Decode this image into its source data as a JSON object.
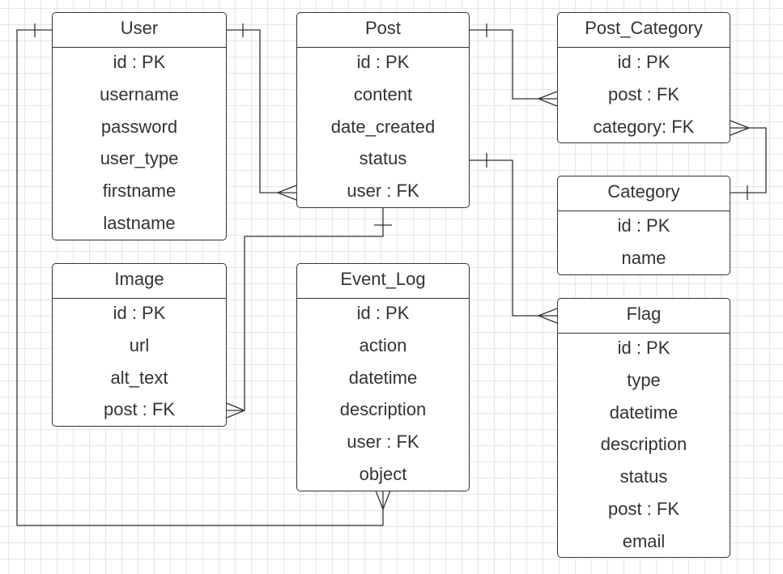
{
  "entities": {
    "user": {
      "title": "User",
      "fields": [
        "id : PK",
        "username",
        "password",
        "user_type",
        "firstname",
        "lastname"
      ]
    },
    "post": {
      "title": "Post",
      "fields": [
        "id : PK",
        "content",
        "date_created",
        "status",
        "user : FK"
      ]
    },
    "post_category": {
      "title": "Post_Category",
      "fields": [
        "id : PK",
        "post : FK",
        "category: FK"
      ]
    },
    "category": {
      "title": "Category",
      "fields": [
        "id : PK",
        "name"
      ]
    },
    "image": {
      "title": "Image",
      "fields": [
        "id : PK",
        "url",
        "alt_text",
        "post : FK"
      ]
    },
    "event_log": {
      "title": "Event_Log",
      "fields": [
        "id : PK",
        "action",
        "datetime",
        "description",
        "user : FK",
        "object"
      ]
    },
    "flag": {
      "title": "Flag",
      "fields": [
        "id : PK",
        "type",
        "datetime",
        "description",
        "status",
        "post : FK",
        "email"
      ]
    }
  },
  "relationships": [
    {
      "from": "User",
      "to": "Post",
      "from_end": "one",
      "to_end": "many"
    },
    {
      "from": "Post",
      "to": "Post_Category",
      "from_end": "one",
      "to_end": "many"
    },
    {
      "from": "Category",
      "to": "Post_Category",
      "from_end": "one",
      "to_end": "many"
    },
    {
      "from": "Post",
      "to": "Flag",
      "from_end": "one",
      "to_end": "many"
    },
    {
      "from": "Post",
      "to": "Image",
      "from_end": "one",
      "to_end": "many"
    },
    {
      "from": "User",
      "to": "Event_Log",
      "from_end": "one",
      "to_end": "many"
    }
  ]
}
